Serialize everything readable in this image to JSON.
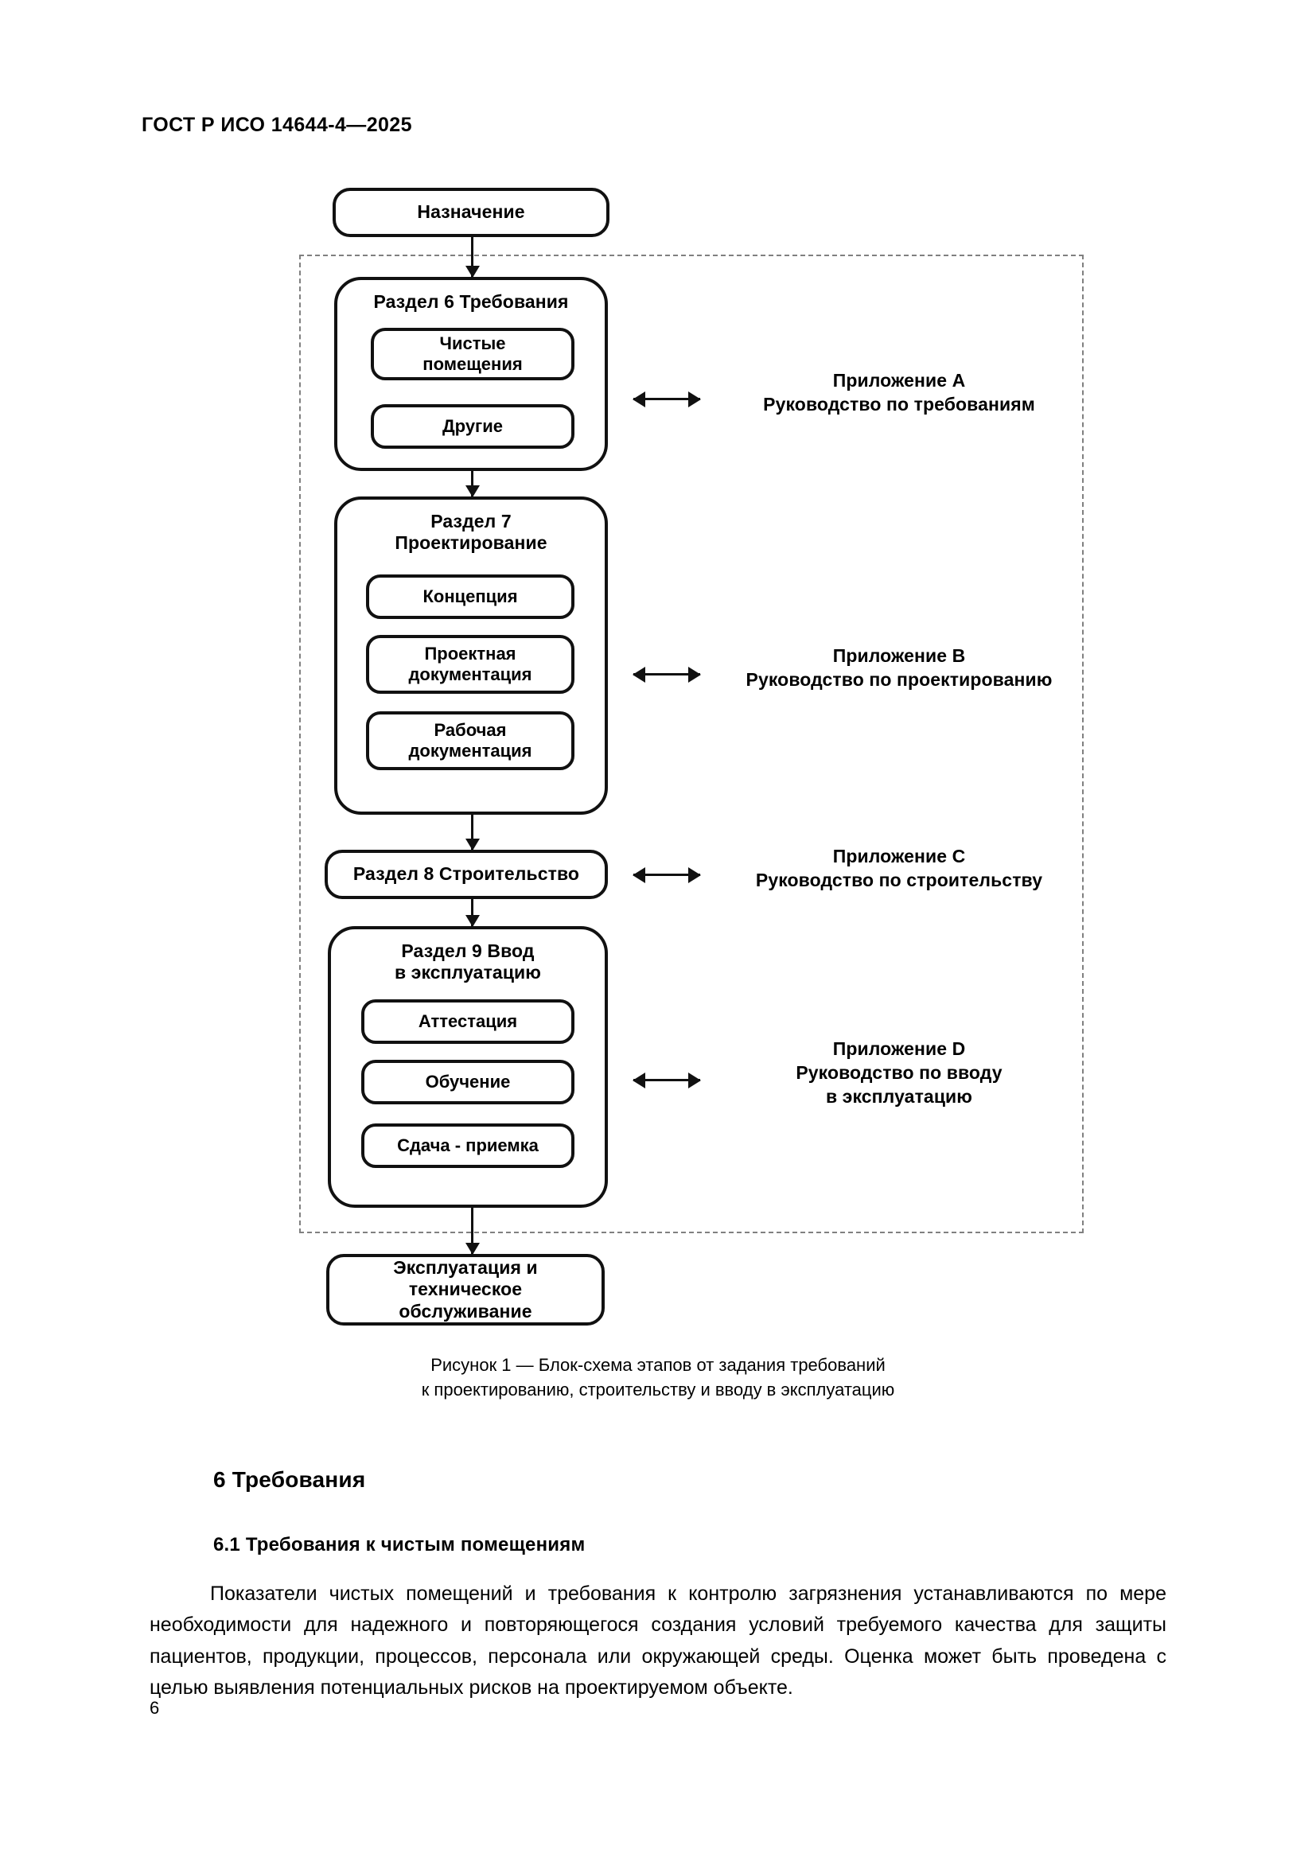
{
  "document": {
    "header": "ГОСТ Р ИСО 14644-4—2025",
    "page_number": "6"
  },
  "figure": {
    "caption": "Рисунок 1 — Блок-схема этапов от задания требований\nк проектированию, строительству и вводу в эксплуатацию",
    "nodes": {
      "purpose": "Назначение",
      "section6": {
        "title": "Раздел 6 Требования",
        "items": [
          "Чистые\nпомещения",
          "Другие"
        ]
      },
      "section7": {
        "title": "Раздел 7\nПроектирование",
        "items": [
          "Концепция",
          "Проектная\nдокументация",
          "Рабочая\nдокументация"
        ]
      },
      "section8": {
        "title": "Раздел 8 Строительство"
      },
      "section9": {
        "title": "Раздел 9 Ввод\nв эксплуатацию",
        "items": [
          "Аттестация",
          "Обучение",
          "Сдача - приемка"
        ]
      },
      "operation": "Эксплуатация и\nтехническое\nобслуживание"
    },
    "annexes": [
      {
        "id": "A",
        "label": "Приложение A\nРуководство по требованиям"
      },
      {
        "id": "B",
        "label": "Приложение B\nРуководство по проектированию"
      },
      {
        "id": "C",
        "label": "Приложение C\nРуководство по строительству"
      },
      {
        "id": "D",
        "label": "Приложение D\nРуководство по вводу\nв эксплуатацию"
      }
    ],
    "colors": {
      "node_border": "#111111",
      "scope_border": "#808080",
      "text": "#000000",
      "background": "#ffffff"
    }
  },
  "body": {
    "heading_1": "6 Требования",
    "heading_2": "6.1 Требования к чистым помещениям",
    "paragraph": "Показатели чистых помещений и требования к контролю загрязнения устанавливаются по мере необходимости для надежного и повторяющегося создания условий требуемого качества для защиты пациентов, продукции, процессов, персонала или окружающей среды. Оценка может быть проведена с целью выявления потенциальных рисков на проектируемом объекте."
  }
}
